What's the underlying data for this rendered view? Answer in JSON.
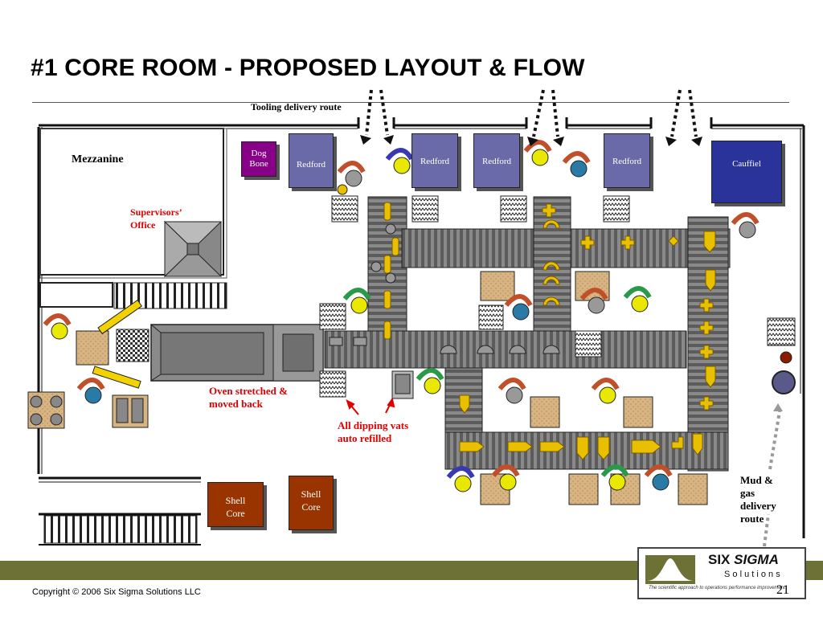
{
  "slide": {
    "title": "#1 CORE ROOM - PROPOSED LAYOUT & FLOW",
    "page_number": "21",
    "copyright": "Copyright © 2006 Six Sigma Solutions LLC"
  },
  "labels": {
    "tooling_route": "Tooling delivery route",
    "mezzanine": "Mezzanine",
    "supervisors_office": [
      "Supervisors’",
      "Office"
    ],
    "oven_note": [
      "Oven stretched &",
      "moved back"
    ],
    "vats_note": [
      "All dipping vats",
      "auto refilled"
    ],
    "mud_route": [
      "Mud &",
      "gas",
      "delivery",
      "route"
    ]
  },
  "machines": {
    "dog_bone": [
      "Dog",
      "Bone"
    ],
    "redford": "Redford",
    "cauffiel": "Cauffiel",
    "shell_core": [
      "Shell",
      "Core"
    ]
  },
  "logo": {
    "brand_six": "SIX",
    "brand_sigma": "SIGMA",
    "brand_solutions": "S o l u t i o n s",
    "tagline": "The scientific approach to operations performance improvement"
  },
  "colors": {
    "accent_red": "#e00000",
    "machine_blue": "#6a6aa8",
    "cauffiel_blue": "#2a3399",
    "dog_bone_purple": "#880088",
    "shell_core_brown": "#993300",
    "conveyor_gray": "#6a6a6a",
    "bottom_bar": "#6e7136"
  }
}
